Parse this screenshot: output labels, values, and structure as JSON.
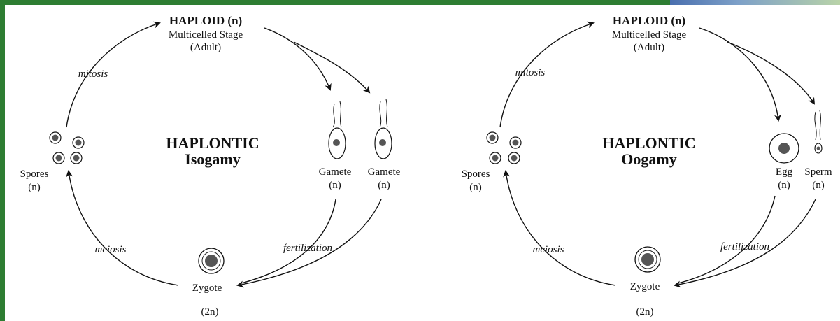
{
  "diagrams": [
    {
      "haploid_title": "HAPLOID (n)",
      "stage_line1": "Multicelled Stage",
      "stage_line2": "(Adult)",
      "center_line1": "HAPLONTIC",
      "center_line2": "Isogamy",
      "mitosis": "mitosis",
      "meiosis": "meiosis",
      "fertilization": "fertilization",
      "spores": "Spores",
      "spores_n": "(n)",
      "gamete_a": "Gamete",
      "gamete_a_n": "(n)",
      "gamete_b": "Gamete",
      "gamete_b_n": "(n)",
      "zygote": "Zygote",
      "zygote_2n": "(2n)"
    },
    {
      "haploid_title": "HAPLOID (n)",
      "stage_line1": "Multicelled Stage",
      "stage_line2": "(Adult)",
      "center_line1": "HAPLONTIC",
      "center_line2": "Oogamy",
      "mitosis": "mitosis",
      "meiosis": "meiosis",
      "fertilization": "fertilization",
      "spores": "Spores",
      "spores_n": "(n)",
      "gamete_a": "Egg",
      "gamete_a_n": "(n)",
      "gamete_b": "Sperm",
      "gamete_b_n": "(n)",
      "zygote": "Zygote",
      "zygote_2n": "(2n)"
    }
  ],
  "colors": {
    "frame": "#2e7d32",
    "nucleus": "#555555",
    "ink": "#111111"
  }
}
